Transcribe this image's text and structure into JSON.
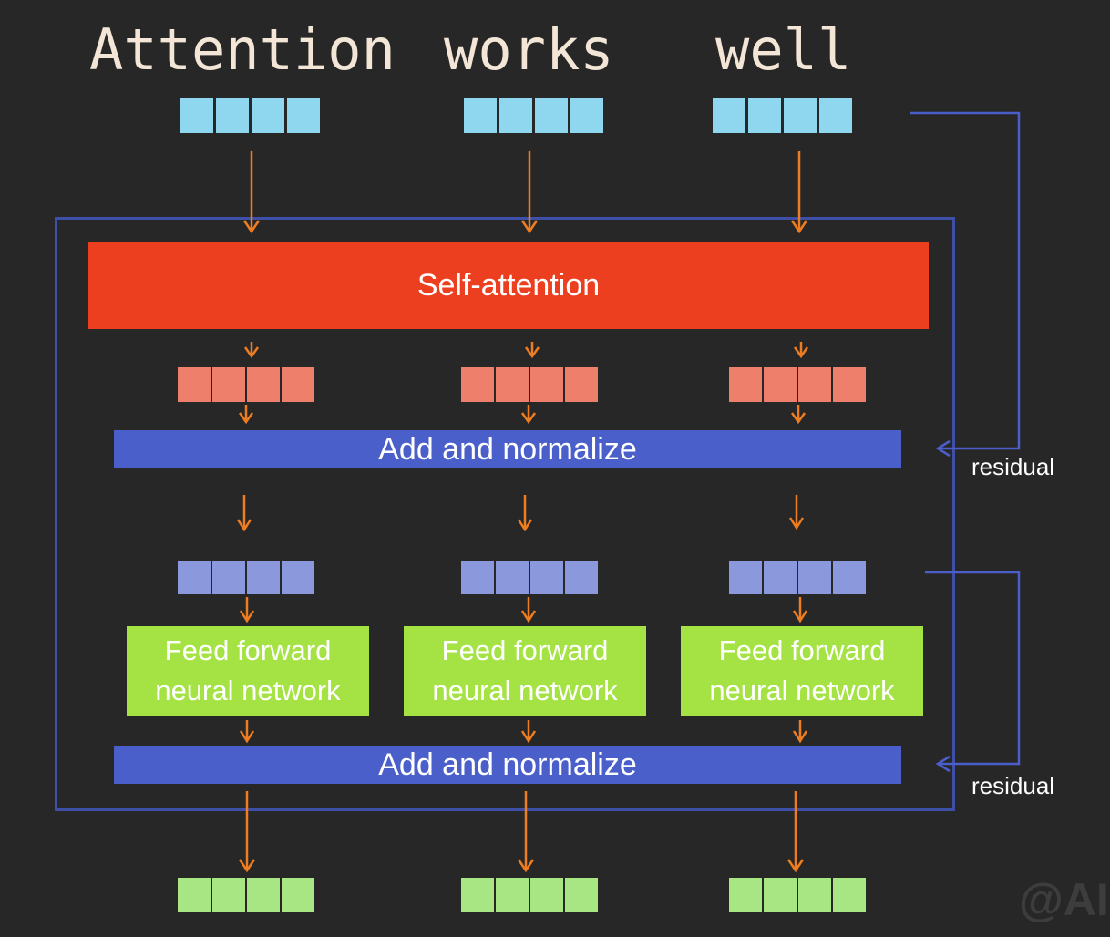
{
  "words": [
    "Attention",
    "works",
    "well"
  ],
  "blocks": {
    "self_attention": "Self-attention",
    "add_normalize_1": "Add and normalize",
    "add_normalize_2": "Add and normalize",
    "ffn_line1": "Feed forward",
    "ffn_line2": "neural network"
  },
  "residual_labels": [
    "residual",
    "residual"
  ],
  "watermark": "@AIC",
  "colors": {
    "background": "#272727",
    "input_vector": "#8fd7ee",
    "attention_output_vector": "#ee7f6a",
    "normalized_vector": "#8c98dc",
    "output_vector": "#a8e684",
    "self_attention": "#ec3f20",
    "add_normalize": "#4a5fc9",
    "feed_forward": "#a4e343",
    "arrow": "#ee7d20",
    "residual_line": "#4a5fc9"
  }
}
